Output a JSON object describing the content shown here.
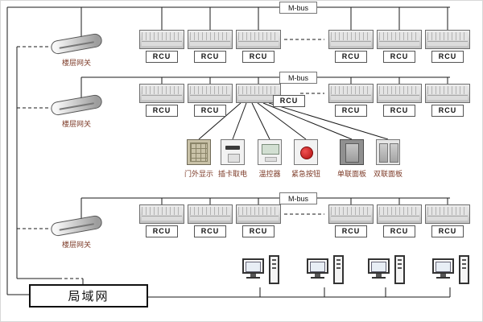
{
  "labels": {
    "mbus": "M-bus",
    "rcu": "RCU",
    "gateway": "楼层网关",
    "lan": "局域网"
  },
  "devices": [
    {
      "name": "door-display",
      "label": "门外显示"
    },
    {
      "name": "card-power-switch",
      "label": "插卡取电"
    },
    {
      "name": "thermostat",
      "label": "温控器"
    },
    {
      "name": "emergency-button",
      "label": "紧急按钮"
    },
    {
      "name": "single-gang-panel",
      "label": "单联面板"
    },
    {
      "name": "double-gang-panel",
      "label": "双联面板"
    }
  ],
  "structure": {
    "bus_rows": 3,
    "rcus_visible_per_row": 6,
    "floor_gateways": 3,
    "workstations": 4
  },
  "colors": {
    "line": "#1a1a1a",
    "device_label": "#7d3b28",
    "emergency_red": "#cf1f1f",
    "module_gray": "#c2c2c2"
  }
}
